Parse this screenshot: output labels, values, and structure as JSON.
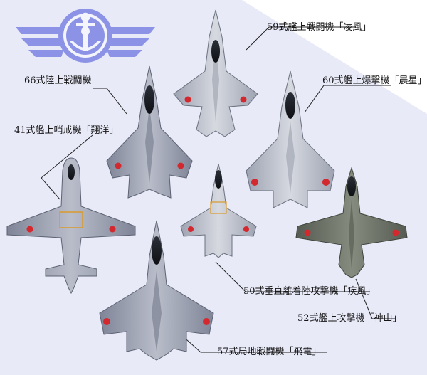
{
  "colors": {
    "background": "#ffffff",
    "panel": "#e8eaf8",
    "emblem": "#8c93e6",
    "roundel": "#d2282e",
    "jet_gray_light": "#c2c6cf",
    "jet_gray_mid": "#a6abb9",
    "jet_gray_dark": "#8d93a3",
    "jet_olive": "#6e7468",
    "label_text": "#141414"
  },
  "emblem": {
    "icon": "anchor-wings-icon"
  },
  "aircraft": [
    {
      "id": "type59",
      "label": "59式艦上戦闘機「凌風」"
    },
    {
      "id": "type66",
      "label": "66式陸上戦闘機"
    },
    {
      "id": "type60",
      "label": "60式艦上爆撃機「晨星」"
    },
    {
      "id": "type41",
      "label": "41式艦上哨戒機「翔洋」"
    },
    {
      "id": "type50",
      "label": "50式垂直離着陸攻撃機「疾風」"
    },
    {
      "id": "type52",
      "label": "52式艦上攻撃機「神山」"
    },
    {
      "id": "type57",
      "label": "57式局地戦闘機「飛電」"
    }
  ]
}
